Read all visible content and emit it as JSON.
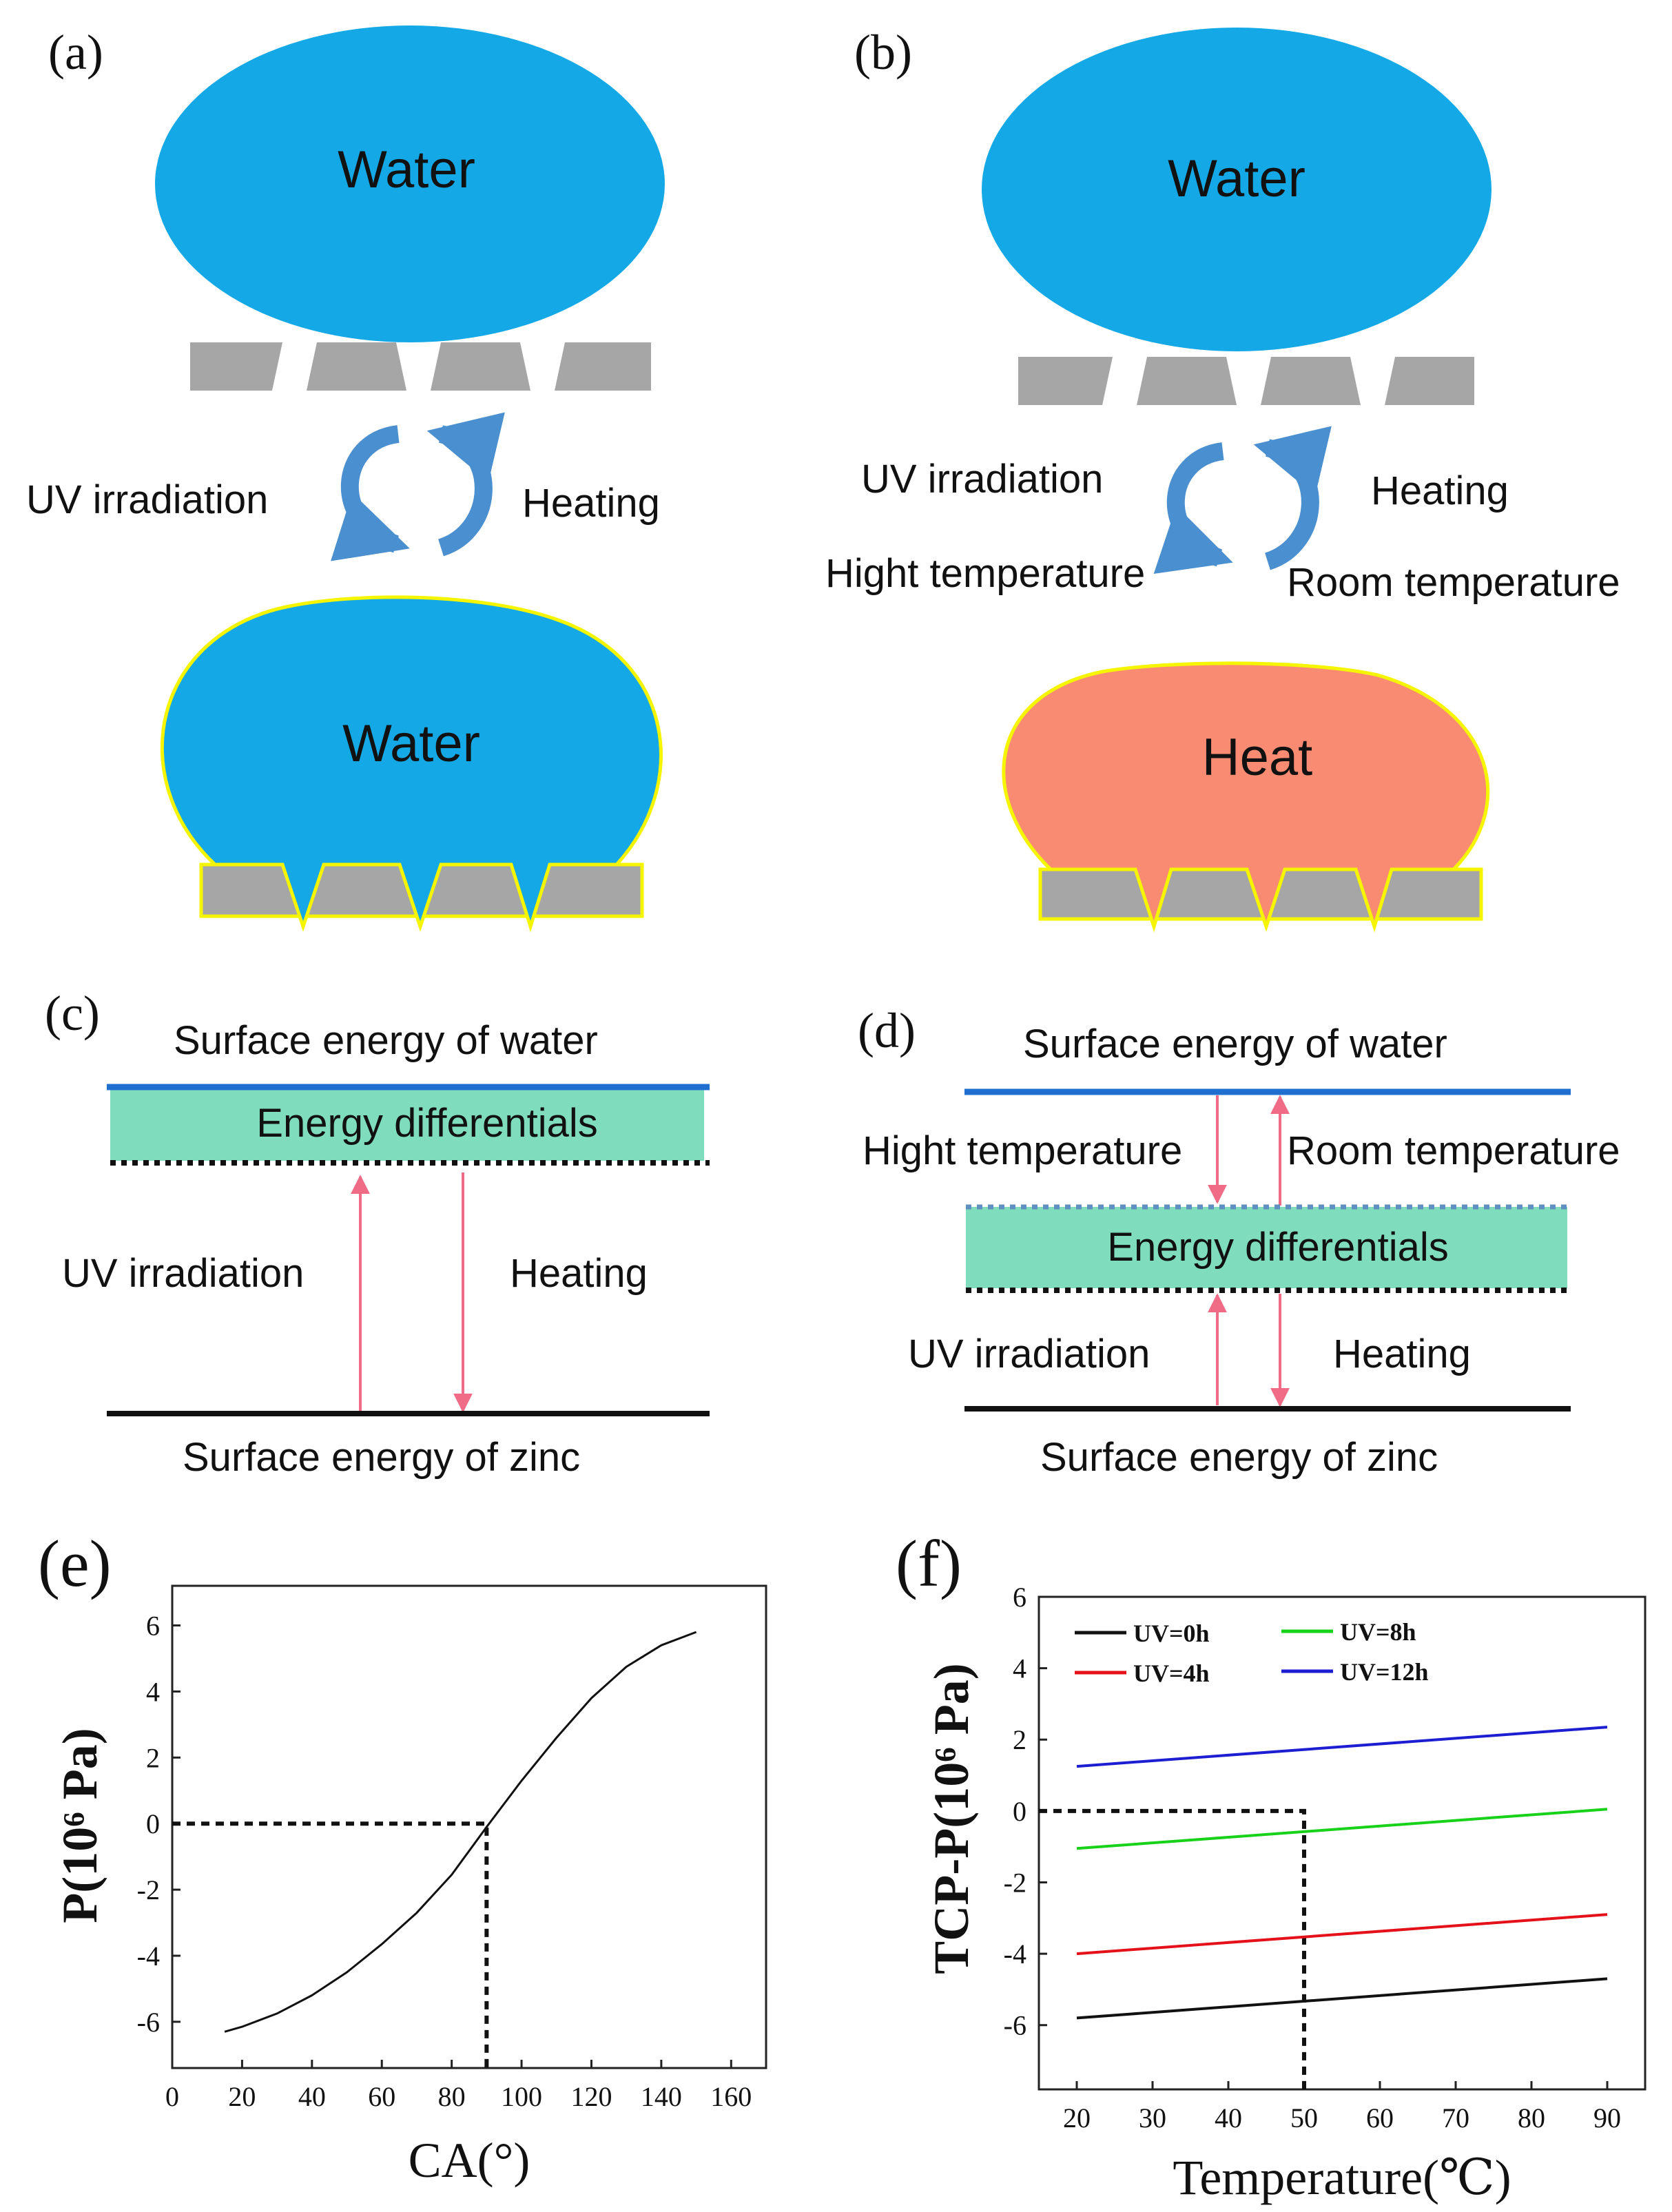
{
  "panels": {
    "a": {
      "letter": "(a)",
      "top_drop_label": "Water",
      "bottom_drop_label": "Water",
      "left_label": "UV irradiation",
      "right_label": "Heating"
    },
    "b": {
      "letter": "(b)",
      "top_drop_label": "Water",
      "bottom_drop_label": "Heat",
      "left_top_label": "UV irradiation",
      "left_bottom_label": "Hight temperature",
      "right_top_label": "Heating",
      "right_bottom_label": "Room temperature"
    },
    "c": {
      "letter": "(c)",
      "top_label": "Surface energy of water",
      "band_label": "Energy differentials",
      "left_label": "UV irradiation",
      "right_label": "Heating",
      "bottom_label": "Surface energy of zinc"
    },
    "d": {
      "letter": "(d)",
      "top_label": "Surface energy of water",
      "upper_left_label": "Hight temperature",
      "upper_right_label": "Room temperature",
      "band_label": "Energy differentials",
      "lower_left_label": "UV irradiation",
      "lower_right_label": "Heating",
      "bottom_label": "Surface energy of zinc"
    }
  },
  "colors": {
    "water": "#14a9e6",
    "heat": "#fa8b73",
    "substrate": "#a6a6a6",
    "coating": "#f5f500",
    "arrow": "#4a8fd0",
    "band": "#7fdcbc",
    "water_line": "#1f6fd0",
    "pink_arrow": "#f06b85"
  },
  "chart_data": [
    {
      "panel": "(e)",
      "type": "line",
      "xlabel": "CA(°)",
      "ylabel": "P(10⁶ Pa)",
      "xlim": [
        0,
        170
      ],
      "ylim": [
        -7.4,
        7.2
      ],
      "xticks": [
        0,
        20,
        40,
        60,
        80,
        100,
        120,
        140,
        160
      ],
      "yticks": [
        -6,
        -4,
        -2,
        0,
        2,
        4,
        6
      ],
      "series": [
        {
          "x": [
            15,
            20,
            30,
            40,
            50,
            60,
            70,
            80,
            90,
            100,
            110,
            120,
            130,
            140,
            150
          ],
          "values": [
            -6.3,
            -6.15,
            -5.75,
            -5.2,
            -4.5,
            -3.65,
            -2.7,
            -1.55,
            -0.1,
            1.3,
            2.6,
            3.8,
            4.75,
            5.4,
            5.8
          ]
        }
      ],
      "reference_point": {
        "x": 90,
        "y": 0
      }
    },
    {
      "panel": "(f)",
      "type": "line",
      "xlabel": "Temperature(℃)",
      "ylabel": "TCP-P(10⁶ Pa)",
      "xlim": [
        15,
        95
      ],
      "ylim": [
        -7.8,
        6
      ],
      "xticks": [
        20,
        30,
        40,
        50,
        60,
        70,
        80,
        90
      ],
      "yticks": [
        -6,
        -4,
        -2,
        0,
        2,
        4,
        6
      ],
      "legend_position": "top-left",
      "series": [
        {
          "name": "UV=0h",
          "color": "#111111",
          "x": [
            20,
            90
          ],
          "values": [
            -5.8,
            -4.7
          ]
        },
        {
          "name": "UV=4h",
          "color": "#e5111a",
          "x": [
            20,
            90
          ],
          "values": [
            -4.0,
            -2.9
          ]
        },
        {
          "name": "UV=8h",
          "color": "#18d21a",
          "x": [
            20,
            90
          ],
          "values": [
            -1.05,
            0.05
          ]
        },
        {
          "name": "UV=12h",
          "color": "#1d1dd1",
          "x": [
            20,
            90
          ],
          "values": [
            1.25,
            2.35
          ]
        }
      ],
      "reference_point": {
        "x": 50,
        "y": 0
      }
    }
  ]
}
